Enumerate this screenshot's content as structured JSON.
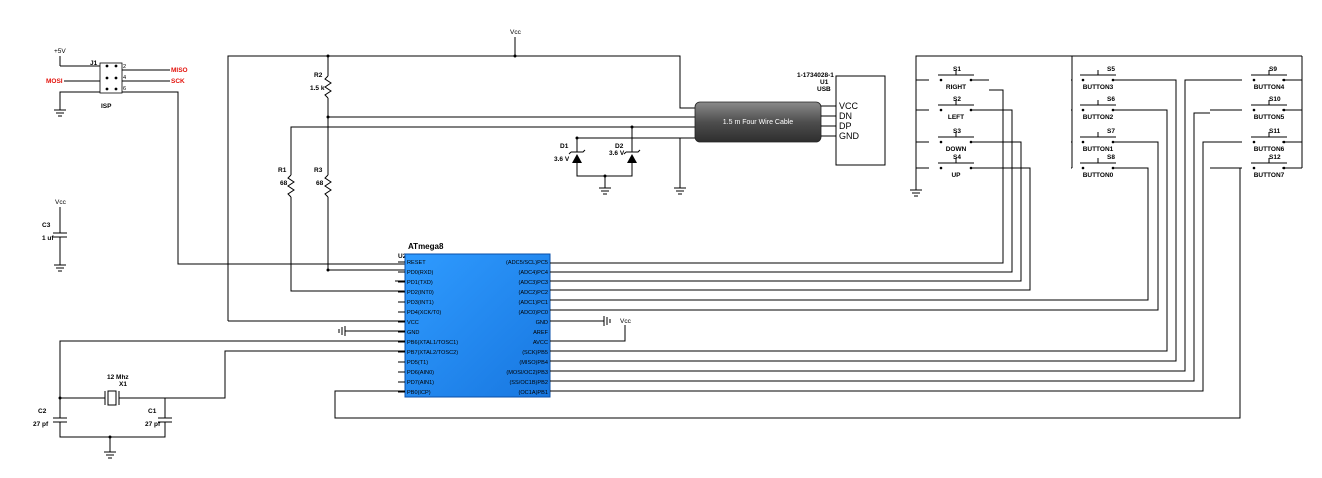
{
  "isp": {
    "ref": "J1",
    "name": "ISP",
    "pin2": "2",
    "pin4": "4",
    "pin6": "6",
    "plus5v": "+5V",
    "miso": "MISO",
    "mosi": "MOSI",
    "sck": "SCK"
  },
  "vcc": "Vcc",
  "r2": {
    "ref": "R2",
    "value": "1.5 k"
  },
  "r1": {
    "ref": "R1",
    "value": "68"
  },
  "r3": {
    "ref": "R3",
    "value": "68"
  },
  "c3": {
    "ref": "C3",
    "value": "1 uf"
  },
  "d1": {
    "ref": "D1",
    "value": "3.6 V"
  },
  "d2": {
    "ref": "D2",
    "value": "3.6 V"
  },
  "cable": "1.5 m Four Wire Cable",
  "usb": {
    "part": "1-1734028-1",
    "ref": "U1",
    "name": "USB",
    "pins": [
      "VCC",
      "DN",
      "DP",
      "GND"
    ]
  },
  "mcu": {
    "name": "ATmega8",
    "ref": "U2",
    "left_pins": [
      "RESET",
      "PD0(RXD)",
      "PD1(TXD)",
      "PD2(INT0)",
      "PD3(INT1)",
      "PD4(XCK/T0)",
      "VCC",
      "GND",
      "PB6(XTAL1/TOSC1)",
      "PB7(XTAL2/TOSC2)",
      "PD5(T1)",
      "PD6(AIN0)",
      "PD7(AIN1)",
      "PB0(ICP)"
    ],
    "right_pins": [
      "(ADC5/SCL)PC5",
      "(ADC4)PC4",
      "(ADC3)PC3",
      "(ADC2)PC2",
      "(ADC1)PC1",
      "(ADC0)PC0",
      "GND",
      "AREF",
      "AVCC",
      "(SCK)PB5",
      "(MISO)PB4",
      "(MOSI/OC2)PB3",
      "(SS/OC1B)PB2",
      "(OC1A)PB1"
    ]
  },
  "crystal": {
    "freq": "12 Mhz",
    "ref": "X1"
  },
  "c1": {
    "ref": "C1",
    "value": "27 pf"
  },
  "c2": {
    "ref": "C2",
    "value": "27 pf"
  },
  "switches": [
    {
      "ref": "S1",
      "label": "RIGHT"
    },
    {
      "ref": "S2",
      "label": "LEFT"
    },
    {
      "ref": "S3",
      "label": "DOWN"
    },
    {
      "ref": "S4",
      "label": "UP"
    },
    {
      "ref": "S5",
      "label": "BUTTON3"
    },
    {
      "ref": "S6",
      "label": "BUTTON2"
    },
    {
      "ref": "S7",
      "label": "BUTTON1"
    },
    {
      "ref": "S8",
      "label": "BUTTON0"
    },
    {
      "ref": "S9",
      "label": "BUTTON4"
    },
    {
      "ref": "S10",
      "label": "BUTTON5"
    },
    {
      "ref": "S11",
      "label": "BUTTON6"
    },
    {
      "ref": "S12",
      "label": "BUTTON7"
    }
  ],
  "colors": {
    "mcu_fill": "#1e90ff",
    "mcu_border": "#0a4fa8",
    "cable_fill": "#5a5a5a",
    "label_red": "#e3120b"
  }
}
